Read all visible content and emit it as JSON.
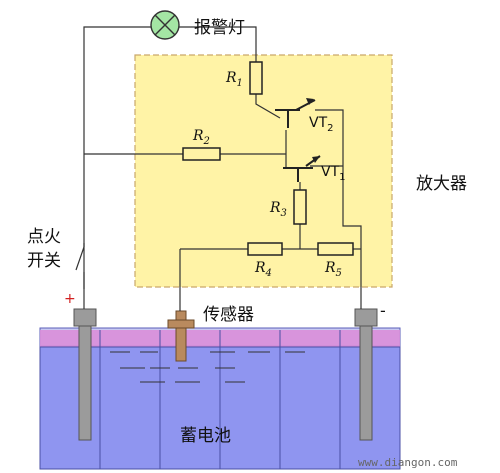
{
  "labels": {
    "alarm_lamp": "报警灯",
    "amplifier": "放大器",
    "sensor": "传感器",
    "battery": "蓄电池",
    "ignition_switch_line1": "点火",
    "ignition_switch_line2": "开关",
    "positive": "+",
    "negative": "-",
    "watermark": "www.diangon.com"
  },
  "components": {
    "r1": {
      "letter": "R",
      "sub": "1"
    },
    "r2": {
      "letter": "R",
      "sub": "2"
    },
    "r3": {
      "letter": "R",
      "sub": "3"
    },
    "r4": {
      "letter": "R",
      "sub": "4"
    },
    "r5": {
      "letter": "R",
      "sub": "5"
    },
    "vt1": {
      "text": "VT",
      "sub": "1"
    },
    "vt2": {
      "text": "VT",
      "sub": "2"
    }
  },
  "colors": {
    "amplifier_fill": "#fff3a6",
    "amplifier_border": "#c9a86a",
    "battery_body": "#8f95f0",
    "battery_top": "#d98ed9",
    "battery_lid": "#c9c9f2",
    "lamp_fill": "#a4e6a4",
    "wire": "#333333",
    "electrode": "#9b9b9b",
    "sensor_probe": "#b98a5e",
    "plus_sign": "#d22020"
  }
}
